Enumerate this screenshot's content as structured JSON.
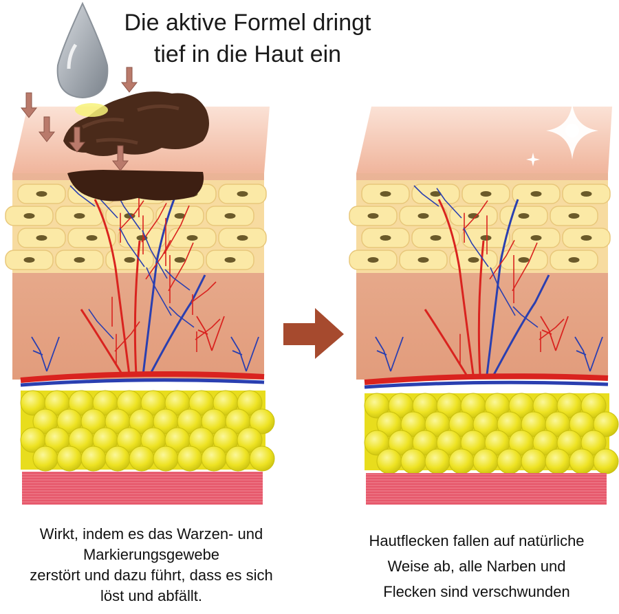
{
  "headline": {
    "line1": "Die aktive Formel dringt",
    "line2": "tief in die Haut ein"
  },
  "captions": {
    "left": {
      "line1": "Wirkt, indem es das Warzen- und",
      "line2": "Markierungsgewebe",
      "line3": "zerstört und dazu führt, dass es sich",
      "line4": "löst und abfällt."
    },
    "right": {
      "line1": "Hautflecken fallen auf natürliche",
      "line2": "Weise ab, alle Narben und",
      "line3": "Flecken sind verschwunden"
    }
  },
  "colors": {
    "epidermis_top": "#f6c9b6",
    "skin_body": "#e8a98a",
    "cell_fill": "#fbe9a6",
    "nucleus": "#6b5a2a",
    "fat": "#f2ec2a",
    "muscle": "#e45263",
    "artery": "#d9231f",
    "vein": "#2a3fb0",
    "spot": "#4a2a1a",
    "arrow": "#a64a2e",
    "drop": "#9aa2aa"
  },
  "icons": {
    "drop": "water-drop-icon",
    "down_arrows": "down-arrow-icon",
    "transition": "right-arrow-icon",
    "sparkle": "sparkle-icon"
  }
}
